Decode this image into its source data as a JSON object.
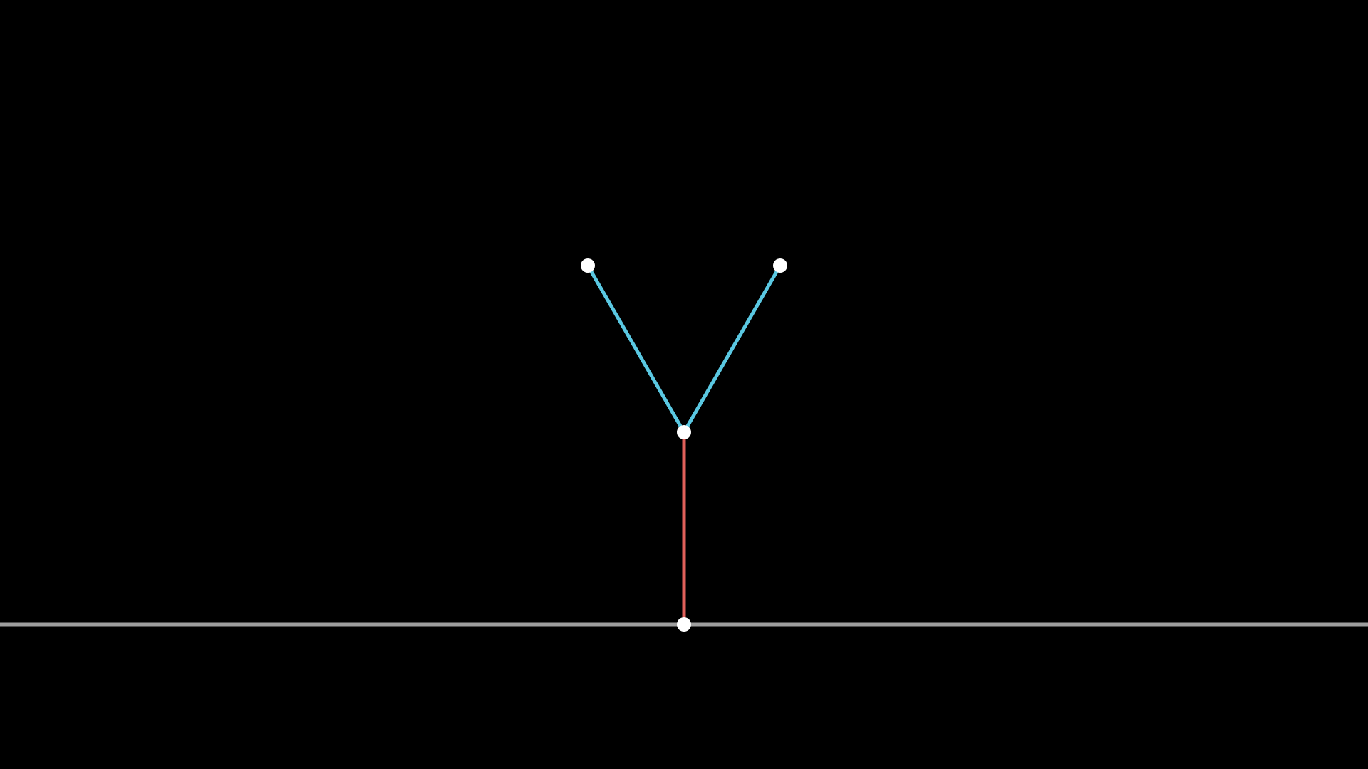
{
  "scene": {
    "background_color": "#000000",
    "ground_color": "#9e9e9e",
    "trunk_color": "#e0605a",
    "branch_color": "#5ac8e2",
    "node_color": "#ffffff",
    "nodes": [
      {
        "id": "root",
        "name": "root-node"
      },
      {
        "id": "fork",
        "name": "fork-node"
      },
      {
        "id": "left-tip",
        "name": "left-tip-node"
      },
      {
        "id": "right-tip",
        "name": "right-tip-node"
      }
    ],
    "segments": [
      {
        "name": "trunk-segment",
        "from": "root",
        "to": "fork",
        "kind": "trunk"
      },
      {
        "name": "left-branch-segment",
        "from": "fork",
        "to": "left-tip",
        "kind": "branch"
      },
      {
        "name": "right-branch-segment",
        "from": "fork",
        "to": "right-tip",
        "kind": "branch"
      }
    ]
  }
}
